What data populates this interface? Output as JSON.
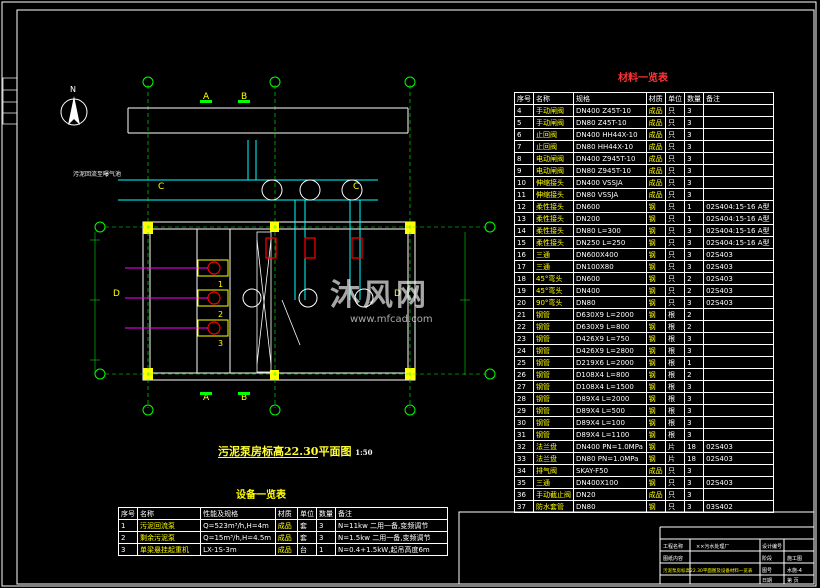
{
  "watermark": {
    "main": "沐风网",
    "sub": "www.mfcad.com"
  },
  "plan": {
    "title": "污泥泵房标高22.30平面图",
    "scale": "1:50",
    "north": "N",
    "section_A": "A",
    "section_B": "B",
    "section_C": "C",
    "section_D": "D",
    "pipe_label": "污泥回流至曝气池",
    "numbers": [
      "1",
      "2",
      "3"
    ]
  },
  "materials": {
    "title": "材料一览表",
    "columns": [
      "序号",
      "名称",
      "规格",
      "材质",
      "单位",
      "数量",
      "备注"
    ],
    "rows": [
      [
        "4",
        "手动闸阀",
        "DN400 Z45T-10",
        "成品",
        "只",
        "3",
        ""
      ],
      [
        "5",
        "手动闸阀",
        "DN80 Z45T-10",
        "成品",
        "只",
        "3",
        ""
      ],
      [
        "6",
        "止回阀",
        "DN400 HH44X-10",
        "成品",
        "只",
        "3",
        ""
      ],
      [
        "7",
        "止回阀",
        "DN80 HH44X-10",
        "成品",
        "只",
        "3",
        ""
      ],
      [
        "8",
        "电动闸阀",
        "DN400 Z945T-10",
        "成品",
        "只",
        "3",
        ""
      ],
      [
        "9",
        "电动闸阀",
        "DN80 Z945T-10",
        "成品",
        "只",
        "3",
        ""
      ],
      [
        "10",
        "伸缩接头",
        "DN400 VSSJA",
        "成品",
        "只",
        "3",
        ""
      ],
      [
        "11",
        "伸缩接头",
        "DN80 VSSJA",
        "成品",
        "只",
        "3",
        ""
      ],
      [
        "12",
        "柔性接头",
        "DN600",
        "钢",
        "只",
        "1",
        "02S404:15-16 A型"
      ],
      [
        "13",
        "柔性接头",
        "DN200",
        "钢",
        "只",
        "1",
        "02S404:15-16 A型"
      ],
      [
        "14",
        "柔性接头",
        "DN80 L=300",
        "钢",
        "只",
        "3",
        "02S404:15-16 A型"
      ],
      [
        "15",
        "柔性接头",
        "DN250 L=250",
        "钢",
        "只",
        "3",
        "02S404:15-16 A型"
      ],
      [
        "16",
        "三通",
        "DN600X400",
        "钢",
        "只",
        "3",
        "02S403"
      ],
      [
        "17",
        "三通",
        "DN100X80",
        "钢",
        "只",
        "3",
        "02S403"
      ],
      [
        "18",
        "45°弯头",
        "DN600",
        "钢",
        "只",
        "2",
        "02S403"
      ],
      [
        "19",
        "45°弯头",
        "DN400",
        "钢",
        "只",
        "2",
        "02S403"
      ],
      [
        "20",
        "90°弯头",
        "DN80",
        "钢",
        "只",
        "3",
        "02S403"
      ],
      [
        "21",
        "钢管",
        "D630X9 L=2000",
        "钢",
        "根",
        "2",
        ""
      ],
      [
        "22",
        "钢管",
        "D630X9 L=800",
        "钢",
        "根",
        "2",
        ""
      ],
      [
        "23",
        "钢管",
        "D426X9 L=750",
        "钢",
        "根",
        "3",
        ""
      ],
      [
        "24",
        "钢管",
        "D426X9 L=2800",
        "钢",
        "根",
        "3",
        ""
      ],
      [
        "25",
        "钢管",
        "D219X6 L=2000",
        "钢",
        "根",
        "1",
        ""
      ],
      [
        "26",
        "钢管",
        "D108X4 L=800",
        "钢",
        "根",
        "2",
        ""
      ],
      [
        "27",
        "钢管",
        "D108X4 L=1500",
        "钢",
        "根",
        "3",
        ""
      ],
      [
        "28",
        "钢管",
        "D89X4 L=2000",
        "钢",
        "根",
        "3",
        ""
      ],
      [
        "29",
        "钢管",
        "D89X4 L=500",
        "钢",
        "根",
        "3",
        ""
      ],
      [
        "30",
        "钢管",
        "D89X4 L=100",
        "钢",
        "根",
        "3",
        ""
      ],
      [
        "31",
        "钢管",
        "D89X4 L=1100",
        "钢",
        "根",
        "3",
        ""
      ],
      [
        "32",
        "法兰盘",
        "DN400 PN=1.0MPa",
        "钢",
        "片",
        "18",
        "02S403"
      ],
      [
        "33",
        "法兰盘",
        "DN80 PN=1.0MPa",
        "钢",
        "片",
        "18",
        "02S403"
      ],
      [
        "34",
        "排气阀",
        "SKAY-F50",
        "成品",
        "只",
        "3",
        ""
      ],
      [
        "35",
        "三通",
        "DN400X100",
        "钢",
        "只",
        "3",
        "02S403"
      ],
      [
        "36",
        "手动截止阀",
        "DN20",
        "成品",
        "只",
        "3",
        ""
      ],
      [
        "37",
        "防水套管",
        "DN80",
        "钢",
        "只",
        "3",
        "03S402"
      ]
    ]
  },
  "equipment": {
    "title": "设备一览表",
    "columns": [
      "序号",
      "名称",
      "性能及规格",
      "材质",
      "单位",
      "数量",
      "备注"
    ],
    "rows": [
      [
        "1",
        "污泥回流泵",
        "Q=523m³/h,H=4m",
        "成品",
        "套",
        "3",
        "N=11kw 二用一备,变频调节"
      ],
      [
        "2",
        "剩余污泥泵",
        "Q=15m³/h,H=4.5m",
        "成品",
        "套",
        "3",
        "N=1.5kw 二用一备,变频调节"
      ],
      [
        "3",
        "单梁悬挂起重机",
        "LX-1S-3m",
        "成品",
        "台",
        "1",
        "N=0.4+1.5kW,起吊高度6m"
      ]
    ]
  },
  "titleblock": {
    "project_label": "工程名称",
    "project": "××污水处理厂",
    "drawing_label": "图纸内容",
    "drawing": "污泥泵房标高22.30平面图及设备材料一览表",
    "design_no_label": "设计编号",
    "phase_label": "阶段",
    "phase": "施工图",
    "sheet_label": "图号",
    "sheet": "水施-4",
    "date_label": "日期",
    "page_label": "第 页"
  }
}
